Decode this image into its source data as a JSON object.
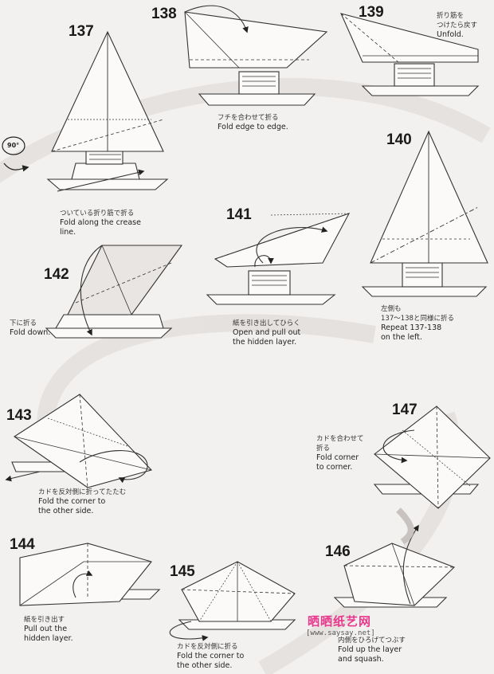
{
  "steps": [
    {
      "id": "137",
      "jp": "ついている折り筋で折る",
      "en": [
        "Fold along the crease",
        "line."
      ]
    },
    {
      "id": "138",
      "jp": "フチを合わせて折る",
      "en": [
        "Fold edge to edge."
      ]
    },
    {
      "id": "139",
      "jp": [
        "折り筋を",
        "つけたら戻す"
      ],
      "en": [
        "Unfold."
      ]
    },
    {
      "id": "140",
      "jp": [
        "左側も",
        "137〜138と同様に折る"
      ],
      "en": [
        "Repeat 137-138",
        "on the left."
      ]
    },
    {
      "id": "141",
      "jp": "紙を引き出してひらく",
      "en": [
        "Open and pull out",
        "the hidden layer."
      ]
    },
    {
      "id": "142",
      "jp": "下に折る",
      "en": [
        "Fold down."
      ]
    },
    {
      "id": "143",
      "jp": "カドを反対側に折ってたたむ",
      "en": [
        "Fold the corner to",
        "the other side."
      ]
    },
    {
      "id": "144",
      "jp": "紙を引き出す",
      "en": [
        "Pull out the",
        "hidden layer."
      ]
    },
    {
      "id": "145",
      "jp": "カドを反対側に折る",
      "en": [
        "Fold the corner to",
        "the other side."
      ]
    },
    {
      "id": "146",
      "jp": "内側をひろげてつぶす",
      "en": [
        "Fold up the layer",
        "and squash."
      ]
    },
    {
      "id": "147",
      "jp": [
        "カドを合わせて",
        "折る"
      ],
      "en": [
        "Fold corner",
        "to corner."
      ]
    }
  ],
  "rotate_label": "90°",
  "watermark": {
    "text": "晒晒纸艺网",
    "url": "[www.saysay.net]"
  }
}
